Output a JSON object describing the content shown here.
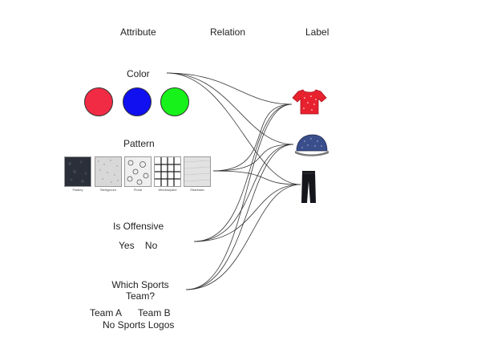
{
  "headers": {
    "attribute": "Attribute",
    "relation": "Relation",
    "label": "Label"
  },
  "color_group": {
    "title": "Color",
    "colors": [
      "#f22b45",
      "#1010f0",
      "#16f21a"
    ]
  },
  "pattern_group": {
    "title": "Pattern",
    "swatches": [
      {
        "name": "Paisley",
        "icon": "paisley-pattern-icon"
      },
      {
        "name": "Sterlypcorn",
        "icon": "speckle-pattern-icon"
      },
      {
        "name": "Floral",
        "icon": "floral-pattern-icon"
      },
      {
        "name": "Windowpane",
        "icon": "windowpane-pattern-icon"
      },
      {
        "name": "Sharkskin",
        "icon": "sharkskin-pattern-icon"
      }
    ]
  },
  "offensive_group": {
    "title": "Is Offensive",
    "options": "Yes    No"
  },
  "sports_group": {
    "title_line1": "Which Sports",
    "title_line2": "Team?",
    "team_a": "Team A",
    "team_b": "Team B",
    "no_logos": "No Sports Logos"
  },
  "labels": [
    {
      "name": "shirt",
      "icon": "red-shirt-icon",
      "color": "#e8212e"
    },
    {
      "name": "cap",
      "icon": "blue-cap-icon",
      "color": "#3a4e8c"
    },
    {
      "name": "pants",
      "icon": "black-pants-icon",
      "color": "#14161c"
    }
  ]
}
